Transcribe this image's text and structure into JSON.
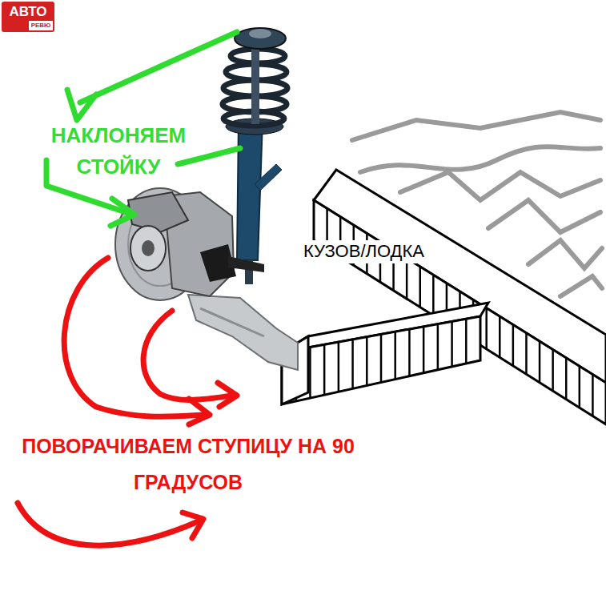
{
  "diagram": {
    "labels": [
      "АВТО",
      "РЕВЮ",
      "НАКЛОНЯЕМ СТОЙКУ",
      "КУЗОВ/ЛОДКА",
      "ПОВОРАЧИВАЕМ СТУПИЦУ НА 90 ГРАДУСОВ"
    ]
  }
}
